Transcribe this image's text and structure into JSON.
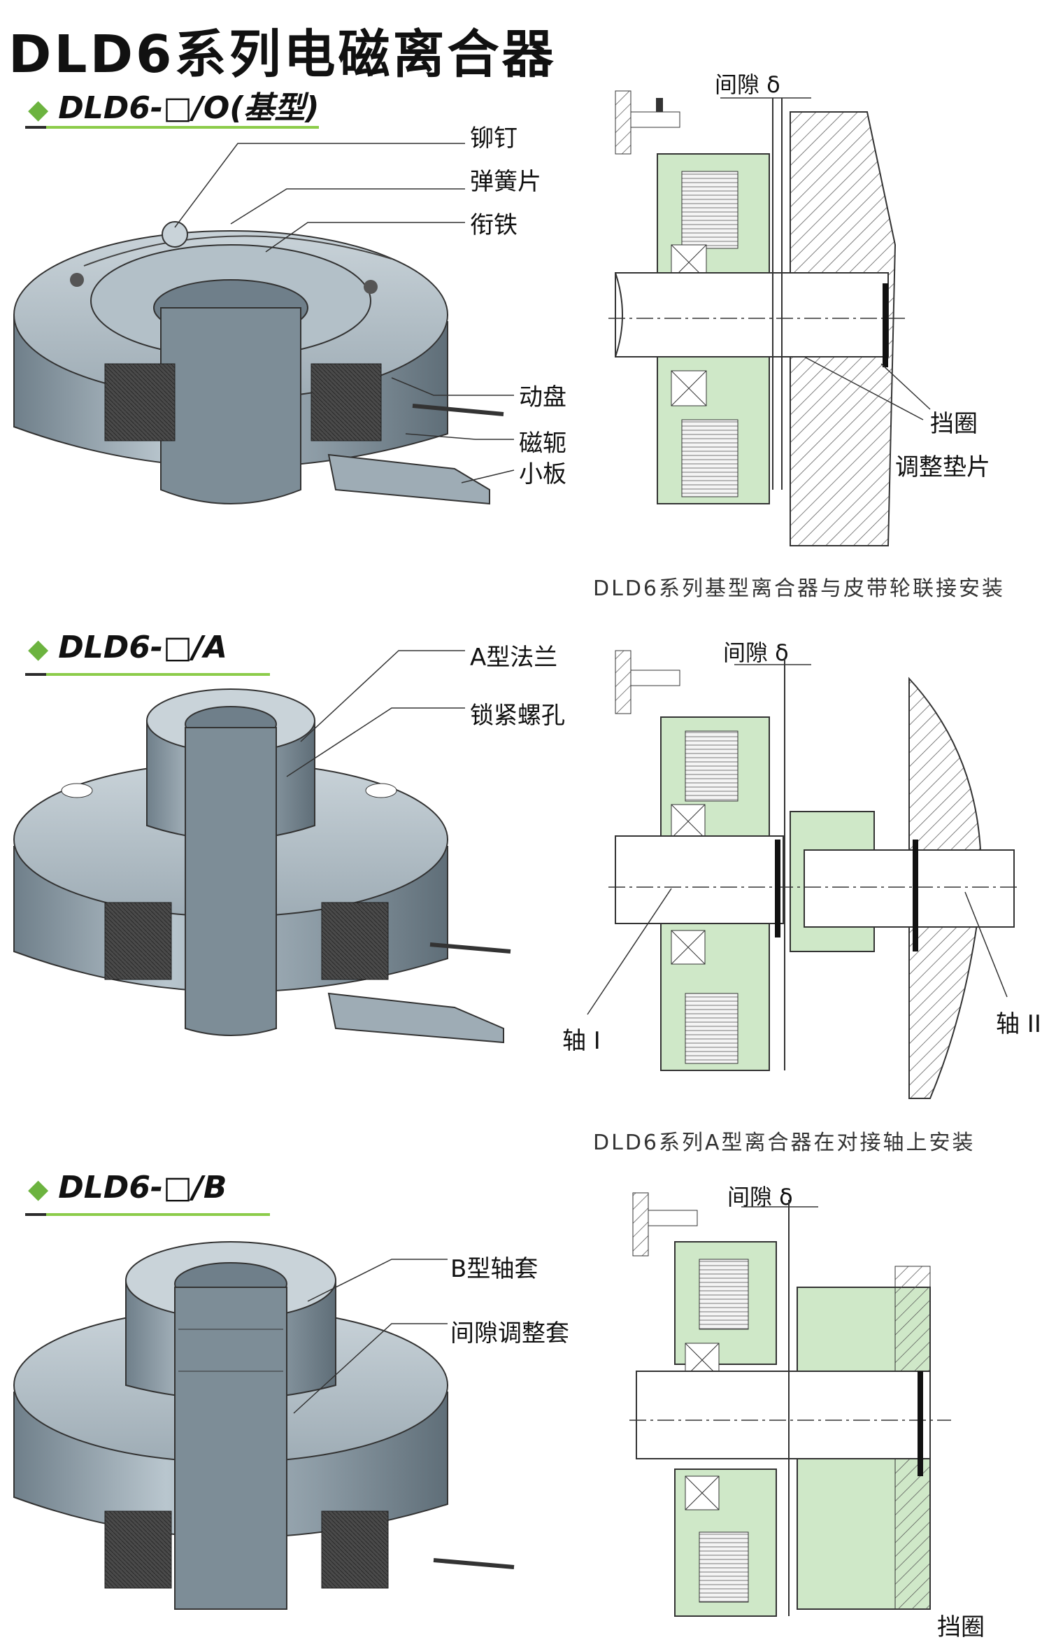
{
  "page": {
    "title": "DLD6系列电磁离合器"
  },
  "colors": {
    "accent_green": "#6cb33f",
    "part_green": "#cfe8c8",
    "metal": "#9aa9b3",
    "dark": "#1a1a1a"
  },
  "sections": [
    {
      "heading": "DLD6-□/O(基型)",
      "callouts": [
        "铆钉",
        "弹簧片",
        "衔铁",
        "动盘",
        "磁轭",
        "小板"
      ],
      "gap_label": "间隙 δ",
      "diagram_labels": [
        "挡圈",
        "调整垫片"
      ],
      "caption": "DLD6系列基型离合器与皮带轮联接安装"
    },
    {
      "heading": "DLD6-□/A",
      "callouts": [
        "A型法兰",
        "锁紧螺孔"
      ],
      "gap_label": "间隙 δ",
      "diagram_labels": [
        "轴 I",
        "轴 II"
      ],
      "caption": "DLD6系列A型离合器在对接轴上安装"
    },
    {
      "heading": "DLD6-□/B",
      "callouts": [
        "B型轴套",
        "间隙调整套"
      ],
      "gap_label": "间隙 δ",
      "diagram_labels": [
        "挡圈"
      ]
    }
  ]
}
